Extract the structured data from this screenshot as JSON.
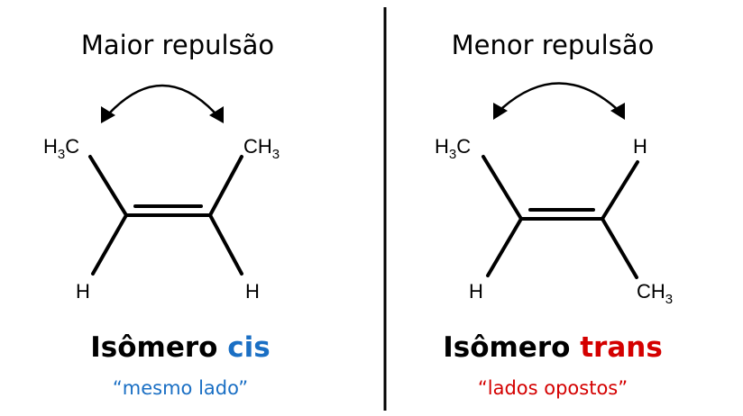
{
  "left": {
    "title": "Maior repulsão",
    "isomer_word": "Isômero",
    "isomer_type": "cis",
    "caption": "“mesmo lado”",
    "color": "#1a6fc4",
    "atoms": {
      "top_left": {
        "a": "H",
        "s": "3",
        "b": "C"
      },
      "top_right": {
        "a": "CH",
        "s": "3",
        "b": ""
      },
      "bottom_left": "H",
      "bottom_right": "H"
    }
  },
  "right": {
    "title": "Menor repulsão",
    "isomer_word": "Isômero",
    "isomer_type": "trans",
    "caption": "“lados opostos”",
    "color": "#d40000",
    "atoms": {
      "top_left": {
        "a": "H",
        "s": "3",
        "b": "C"
      },
      "top_right": "H",
      "bottom_left": "H",
      "bottom_right": {
        "a": "CH",
        "s": "3",
        "b": ""
      }
    }
  }
}
